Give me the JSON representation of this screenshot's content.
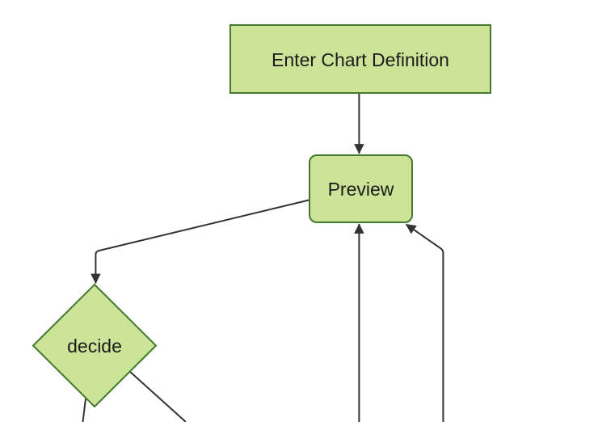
{
  "diagram": {
    "type": "flowchart",
    "background_color": "#ffffff",
    "node_fill": "#cde498",
    "node_border": "#447a2e",
    "edge_color": "#333333",
    "text_color": "#1b1b1b",
    "nodes": [
      {
        "id": "enter-chart-definition",
        "label": "Enter Chart Definition",
        "shape": "rectangle"
      },
      {
        "id": "preview",
        "label": "Preview",
        "shape": "rounded-rectangle"
      },
      {
        "id": "decide",
        "label": "decide",
        "shape": "diamond"
      }
    ],
    "edges": [
      {
        "from": "enter-chart-definition",
        "to": "preview",
        "arrowhead": "visible"
      },
      {
        "from": "preview",
        "to": "decide",
        "arrowhead": "visible"
      },
      {
        "from": "offscreen-bottom",
        "to": "preview",
        "arrowhead": "visible"
      },
      {
        "from": "offscreen-bottom-right",
        "to": "preview",
        "arrowhead": "visible"
      },
      {
        "from": "decide",
        "to": "offscreen-bottom-left",
        "arrowhead": "offscreen"
      },
      {
        "from": "decide",
        "to": "offscreen-bottom-right",
        "arrowhead": "offscreen"
      }
    ]
  }
}
